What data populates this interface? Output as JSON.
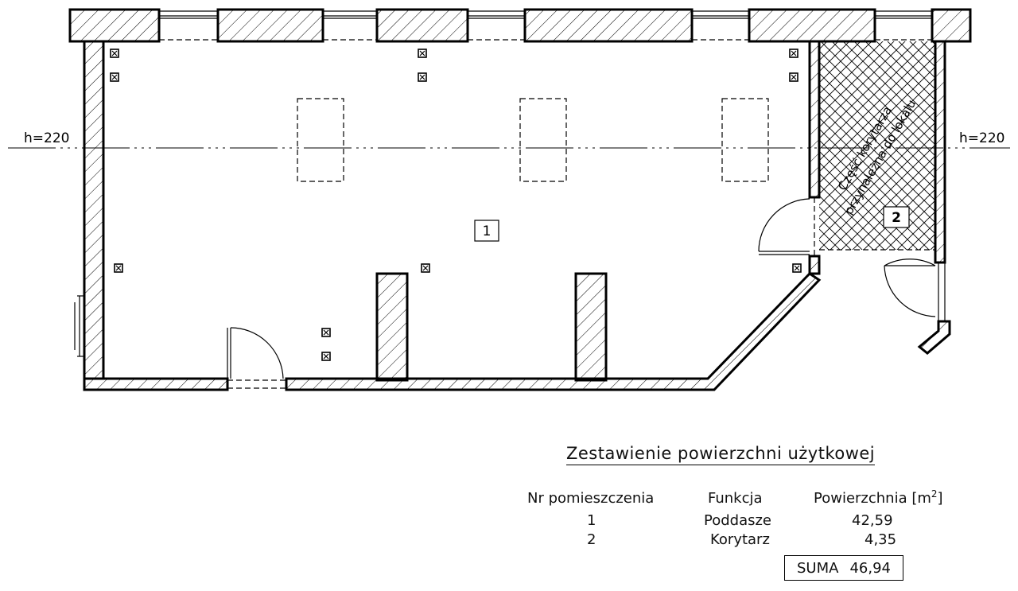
{
  "plan": {
    "level_left": "h=220",
    "level_right": "h=220",
    "room1_label": "1",
    "room2_label": "2",
    "corridor_note_line1": "Część korytarza",
    "corridor_note_line2": "przynależna do lokalu"
  },
  "legend": {
    "title": "Zestawienie powierzchni użytkowej",
    "headers": {
      "nr": "Nr pomieszczenia",
      "funkcja": "Funkcja",
      "powierzchnia": "Powierzchnia [m",
      "unit_sup": "2",
      "close": "]"
    },
    "rows": [
      {
        "nr": "1",
        "funkcja": "Poddasze",
        "powierzchnia": "42,59"
      },
      {
        "nr": "2",
        "funkcja": "Korytarz",
        "powierzchnia": "4,35"
      }
    ],
    "sum_label": "SUMA",
    "sum_value": "46,94"
  }
}
